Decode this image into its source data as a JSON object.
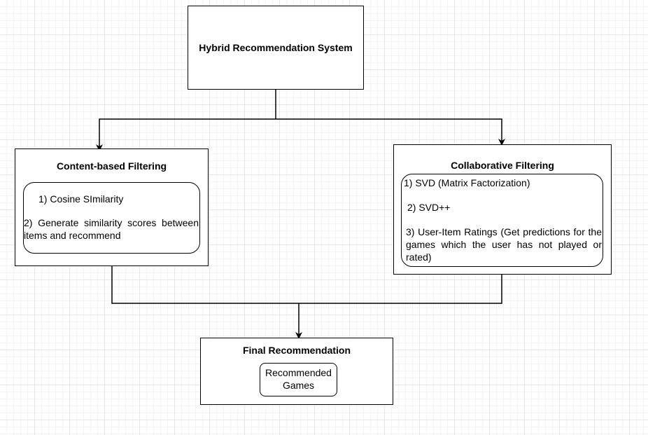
{
  "nodes": {
    "hybrid": {
      "title": "Hybrid Recommendation System"
    },
    "content_based": {
      "title": "Content-based Filtering",
      "items": [
        "1) Cosine SImilarity",
        "2)   Generate   similarity   scores between   items and recommend"
      ]
    },
    "collaborative": {
      "title": "Collaborative Filtering",
      "items": [
        "1) SVD (Matrix Factorization)",
        "2) SVD++",
        "3) User-Item Ratings (Get predictions for the games which the user has not played or rated)"
      ]
    },
    "final": {
      "title": "Final Recommendation",
      "inner": "Recommended Games"
    }
  },
  "colors": {
    "stroke": "#000000",
    "fill": "#ffffff",
    "grid_major": "#e6e6e6",
    "grid_minor": "#f3f3f3"
  }
}
